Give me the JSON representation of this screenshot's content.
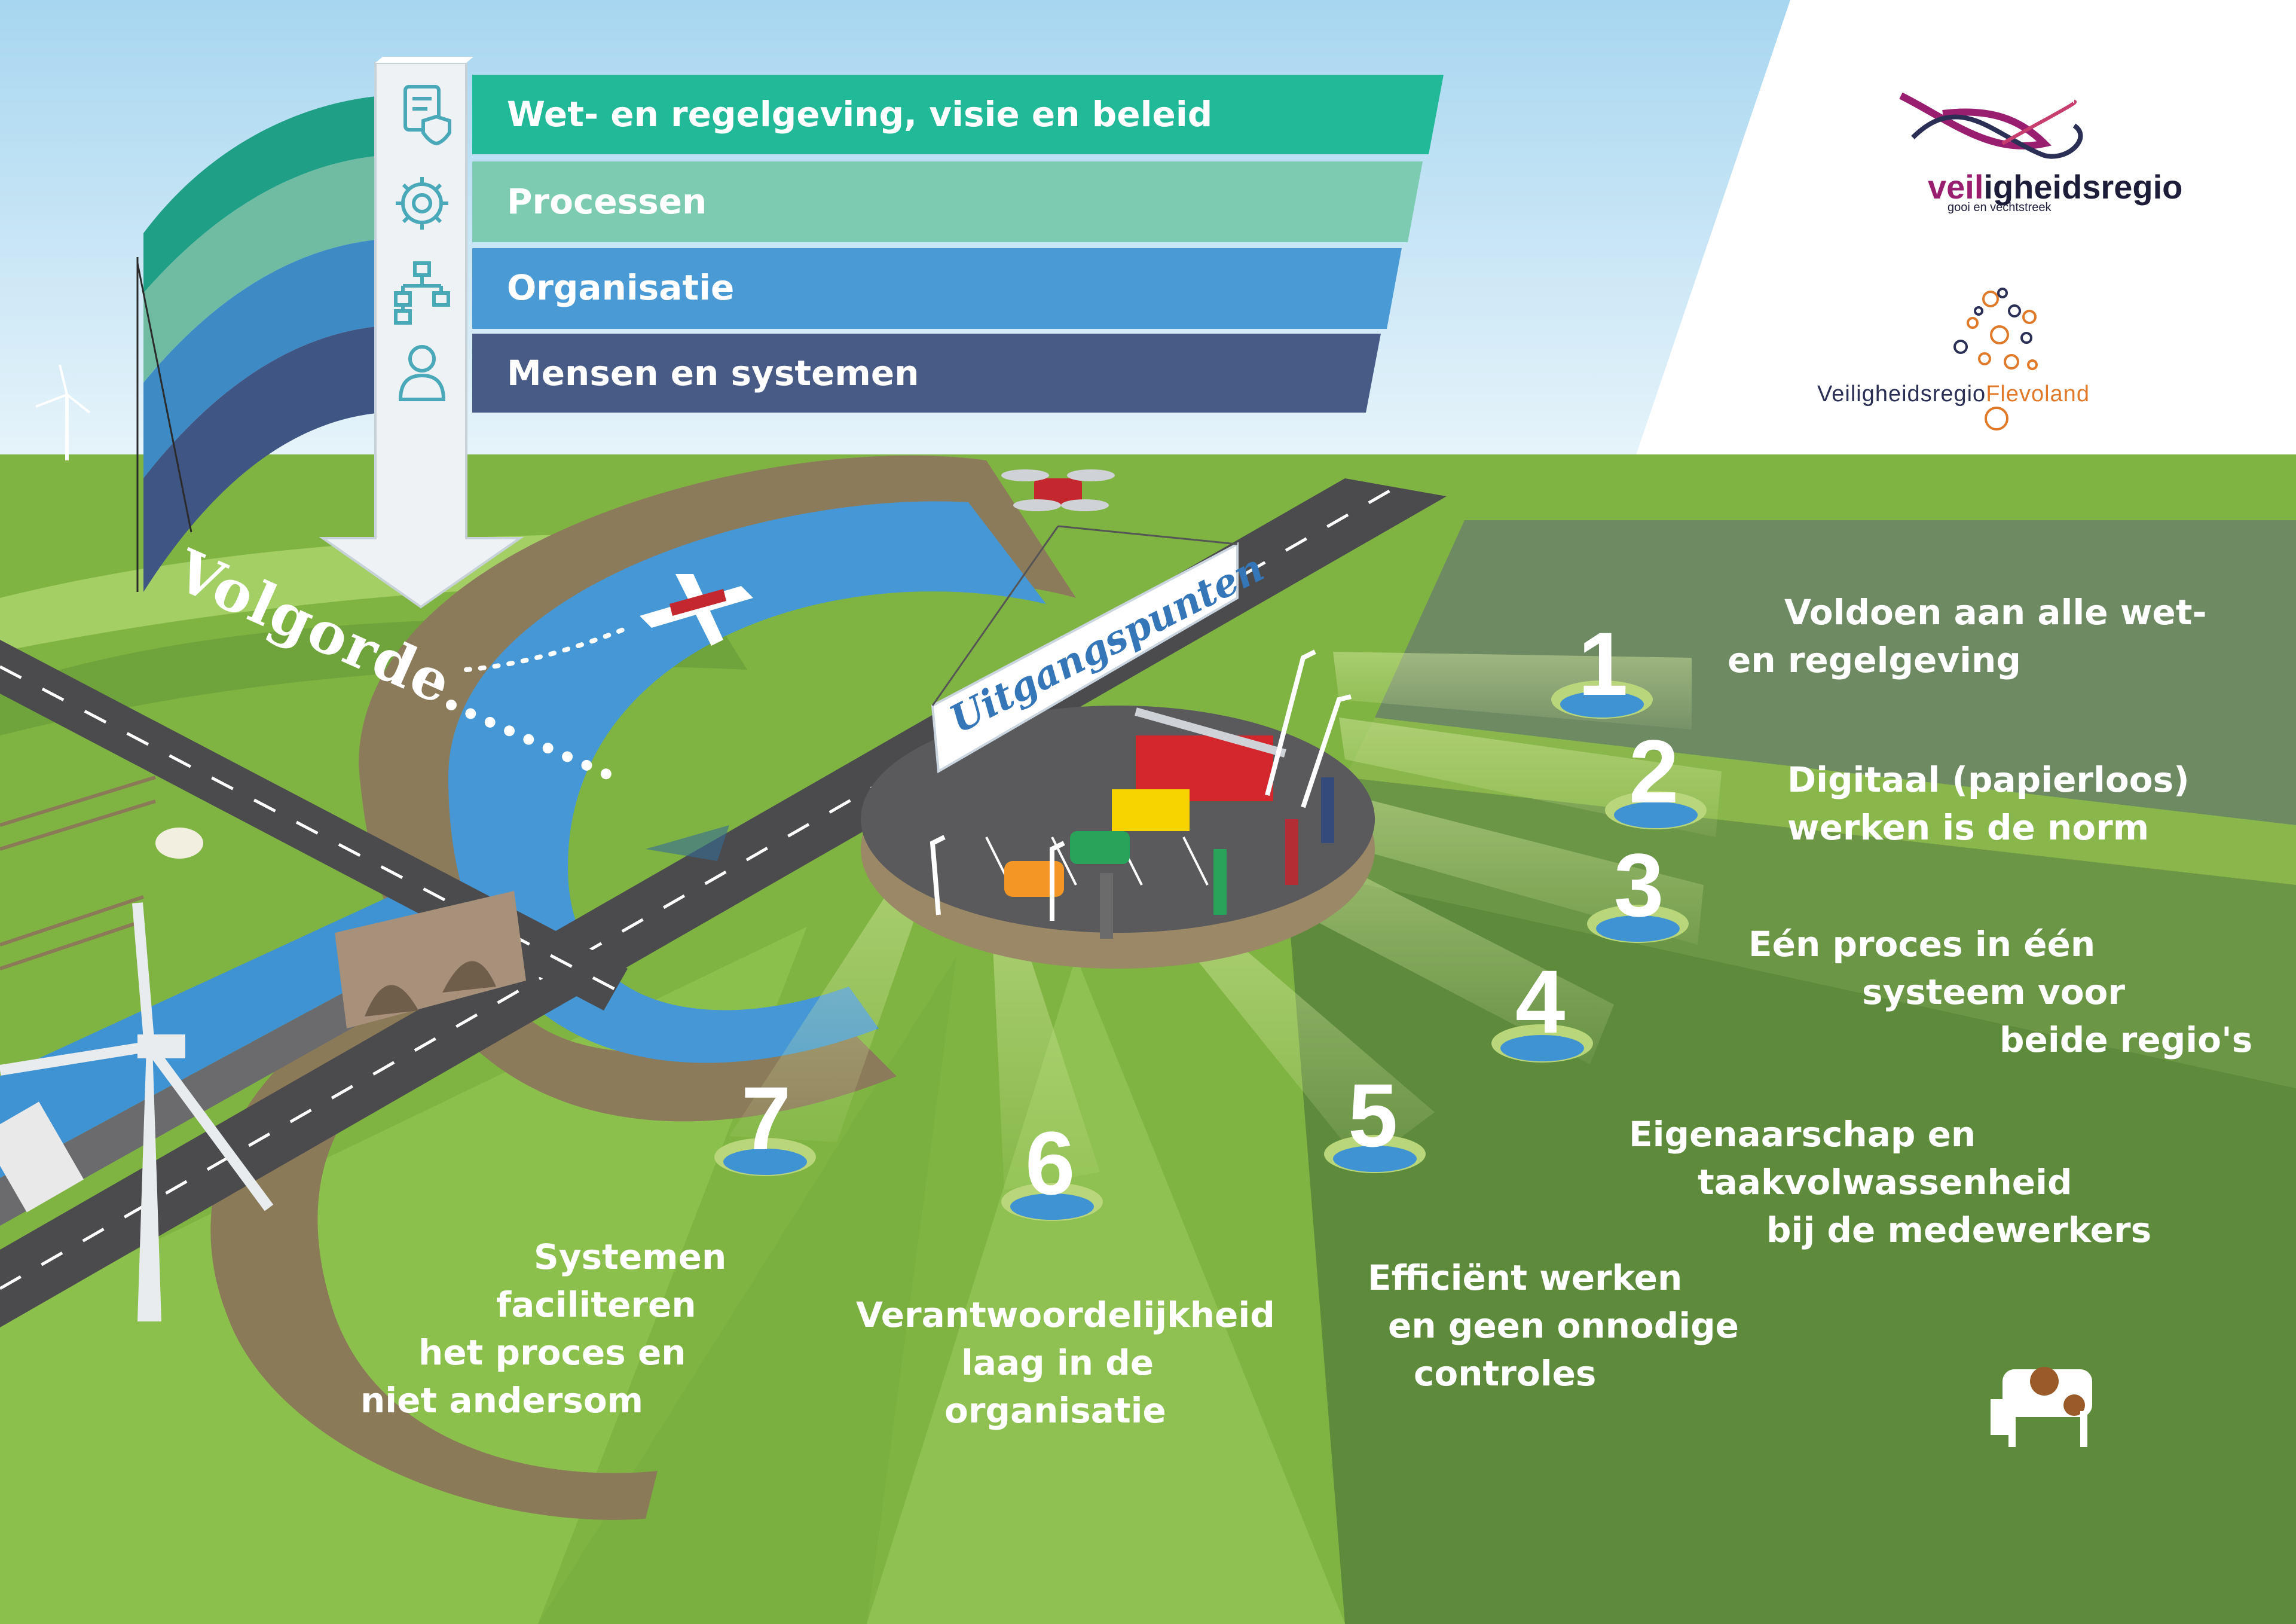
{
  "bands": [
    {
      "label": "Wet- en regelgeving, visie en beleid",
      "icon": "document-shield-icon",
      "color": "#21b998"
    },
    {
      "label": "Processen",
      "icon": "gear-icon",
      "color": "#7dccb2"
    },
    {
      "label": "Organisatie",
      "icon": "org-chart-icon",
      "color": "#4a9bd5"
    },
    {
      "label": "Mensen en systemen",
      "icon": "person-icon",
      "color": "#485b86"
    }
  ],
  "volgorde_label": "Volgorde.........",
  "uitgangspunten_label": "Uitgangspunten",
  "principles": [
    {
      "number": "1",
      "lines": [
        "Voldoen aan alle wet-",
        "en regelgeving"
      ]
    },
    {
      "number": "2",
      "lines": [
        "Digitaal (papierloos)",
        "werken is de norm"
      ]
    },
    {
      "number": "3",
      "lines": [
        "Eén proces in één",
        "systeem voor",
        "beide regio's"
      ]
    },
    {
      "number": "4",
      "lines": [
        "Eigenaarschap en",
        "taakvolwassenheid",
        "bij de medewerkers"
      ]
    },
    {
      "number": "5",
      "lines": [
        "Efficiënt werken",
        "en geen onnodige",
        "controles"
      ]
    },
    {
      "number": "6",
      "lines": [
        "Verantwoordelijkheid",
        "laag in de",
        "organisatie"
      ]
    },
    {
      "number": "7",
      "lines": [
        "Systemen",
        "faciliteren",
        "het proces en",
        "niet andersom"
      ]
    }
  ],
  "logos": {
    "gooi": {
      "accent": "veil",
      "rest": "igheidsregio",
      "sub": "gooi en vechtstreek",
      "color": "#9a1e6f"
    },
    "flevoland": {
      "part1": "Veiligheidsregio",
      "part2": "Flevoland",
      "color": "#e07a2a"
    }
  },
  "colors": {
    "sky": "#b5dcf1",
    "grass": "#86bb45",
    "water": "#3f9ad8",
    "road": "#4b4b4d"
  }
}
